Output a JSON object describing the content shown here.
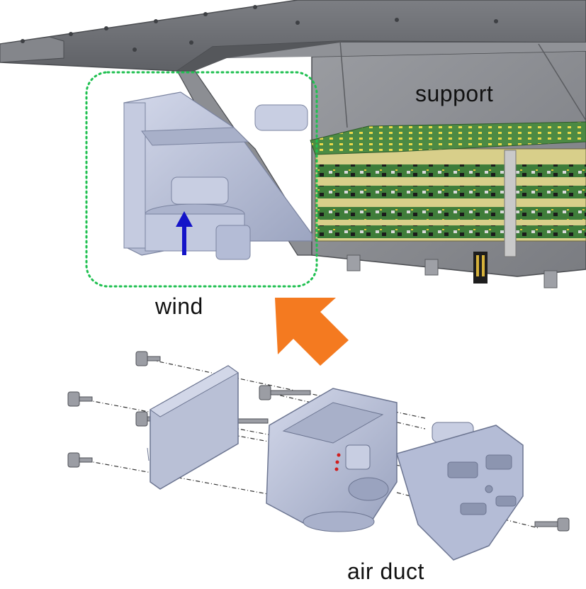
{
  "labels": {
    "support": "support",
    "wind": "wind",
    "air_duct": "air duct"
  },
  "colors": {
    "support_dark": "#6e7075",
    "support_light": "#a3a5aa",
    "part_blue": "#b9c0d6",
    "part_blue_dark": "#8d96b0",
    "pcb_green": "#3f7d3a",
    "highlight_dotted": "#1fc050",
    "wind_arrow": "#1414c8",
    "assembly_arrow": "#f47a20"
  },
  "icons": {
    "wind_arrow": "arrow-up-icon",
    "assembly_arrow": "arrow-up-right-icon"
  }
}
